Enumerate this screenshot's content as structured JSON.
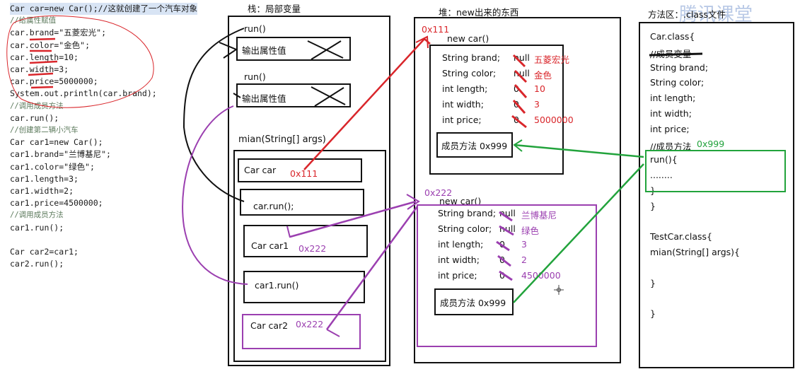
{
  "code_lines": [
    {
      "text": "Car car=new Car();//这就创建了一个汽车对象",
      "style": "hl"
    },
    {
      "text": "//给属性赋值",
      "style": "cm"
    },
    {
      "text": "car.brand=\"五菱宏光\";",
      "style": ""
    },
    {
      "text": "car.color=\"金色\";",
      "style": ""
    },
    {
      "text": "car.length=10;",
      "style": ""
    },
    {
      "text": "car.width=3;",
      "style": ""
    },
    {
      "text": "car.price=5000000;",
      "style": ""
    },
    {
      "text": "System.out.println(car.brand);",
      "style": ""
    },
    {
      "text": "//调用成员方法",
      "style": "cm"
    },
    {
      "text": "car.run();",
      "style": ""
    },
    {
      "text": "//创建第二辆小汽车",
      "style": "cm"
    },
    {
      "text": "Car car1=new Car();",
      "style": ""
    },
    {
      "text": "car1.brand=\"兰博基尼\";",
      "style": ""
    },
    {
      "text": "car1.color=\"绿色\";",
      "style": ""
    },
    {
      "text": "car1.length=3;",
      "style": ""
    },
    {
      "text": "car1.width=2;",
      "style": ""
    },
    {
      "text": "car1.price=4500000;",
      "style": ""
    },
    {
      "text": "//调用成员方法",
      "style": "cm"
    },
    {
      "text": "car1.run();",
      "style": ""
    },
    {
      "text": "",
      "style": ""
    },
    {
      "text": "Car car2=car1;",
      "style": ""
    },
    {
      "text": "car2.run();",
      "style": ""
    }
  ],
  "headers": {
    "stack": "栈：局部变量",
    "heap": "堆：new出来的东西",
    "method": "方法区：.class文件"
  },
  "watermark": "腾讯课堂",
  "stack": {
    "run1": "run()",
    "run1_box": "输出属性值",
    "run2": "run()",
    "run2_box": "输出属性值",
    "main": "mian(String[] args)",
    "car": "Car car",
    "car_addr": "0x111",
    "car_run": "car.run();",
    "car1": "Car car1",
    "car1_addr": "0x222",
    "car1_run": "car1.run()",
    "car2": "Car car2",
    "car2_addr": "0x222"
  },
  "heap": {
    "obj1_addr": "0x111",
    "obj1_title": "new car()",
    "obj1_fields": [
      {
        "name": "String brand;",
        "default": "null",
        "value": "五菱宏光"
      },
      {
        "name": "String color;",
        "default": "null",
        "value": "金色"
      },
      {
        "name": "int length;",
        "default": "0",
        "value": "10"
      },
      {
        "name": "int width;",
        "default": "0",
        "value": "3"
      },
      {
        "name": "int price;",
        "default": "0",
        "value": "5000000"
      }
    ],
    "obj1_method": "成员方法  0x999",
    "obj2_addr": "0x222",
    "obj2_title": "new car()",
    "obj2_fields": [
      {
        "name": "String brand;",
        "default": "null",
        "value": "兰博基尼"
      },
      {
        "name": "String color;",
        "default": "null",
        "value": "绿色"
      },
      {
        "name": "int length;",
        "default": "0",
        "value": "3"
      },
      {
        "name": "int width;",
        "default": "0",
        "value": "2"
      },
      {
        "name": "int price;",
        "default": "0",
        "value": "4500000"
      }
    ],
    "obj2_method": "成员方法  0x999"
  },
  "method_area": {
    "lines": [
      "Car.class{",
      "//成员变量",
      "String brand;",
      "String color;",
      "int length;",
      "int width;",
      "int price;",
      "//成员方法",
      "run(){",
      "........",
      "}",
      "}",
      "",
      "TestCar.class{",
      "mian(String[] args){",
      "",
      "}",
      "",
      "}"
    ],
    "method_addr": "0x999"
  },
  "colors": {
    "red": "#d9262b",
    "purple": "#9b3fb0",
    "green": "#22a33c",
    "black": "#111111"
  }
}
